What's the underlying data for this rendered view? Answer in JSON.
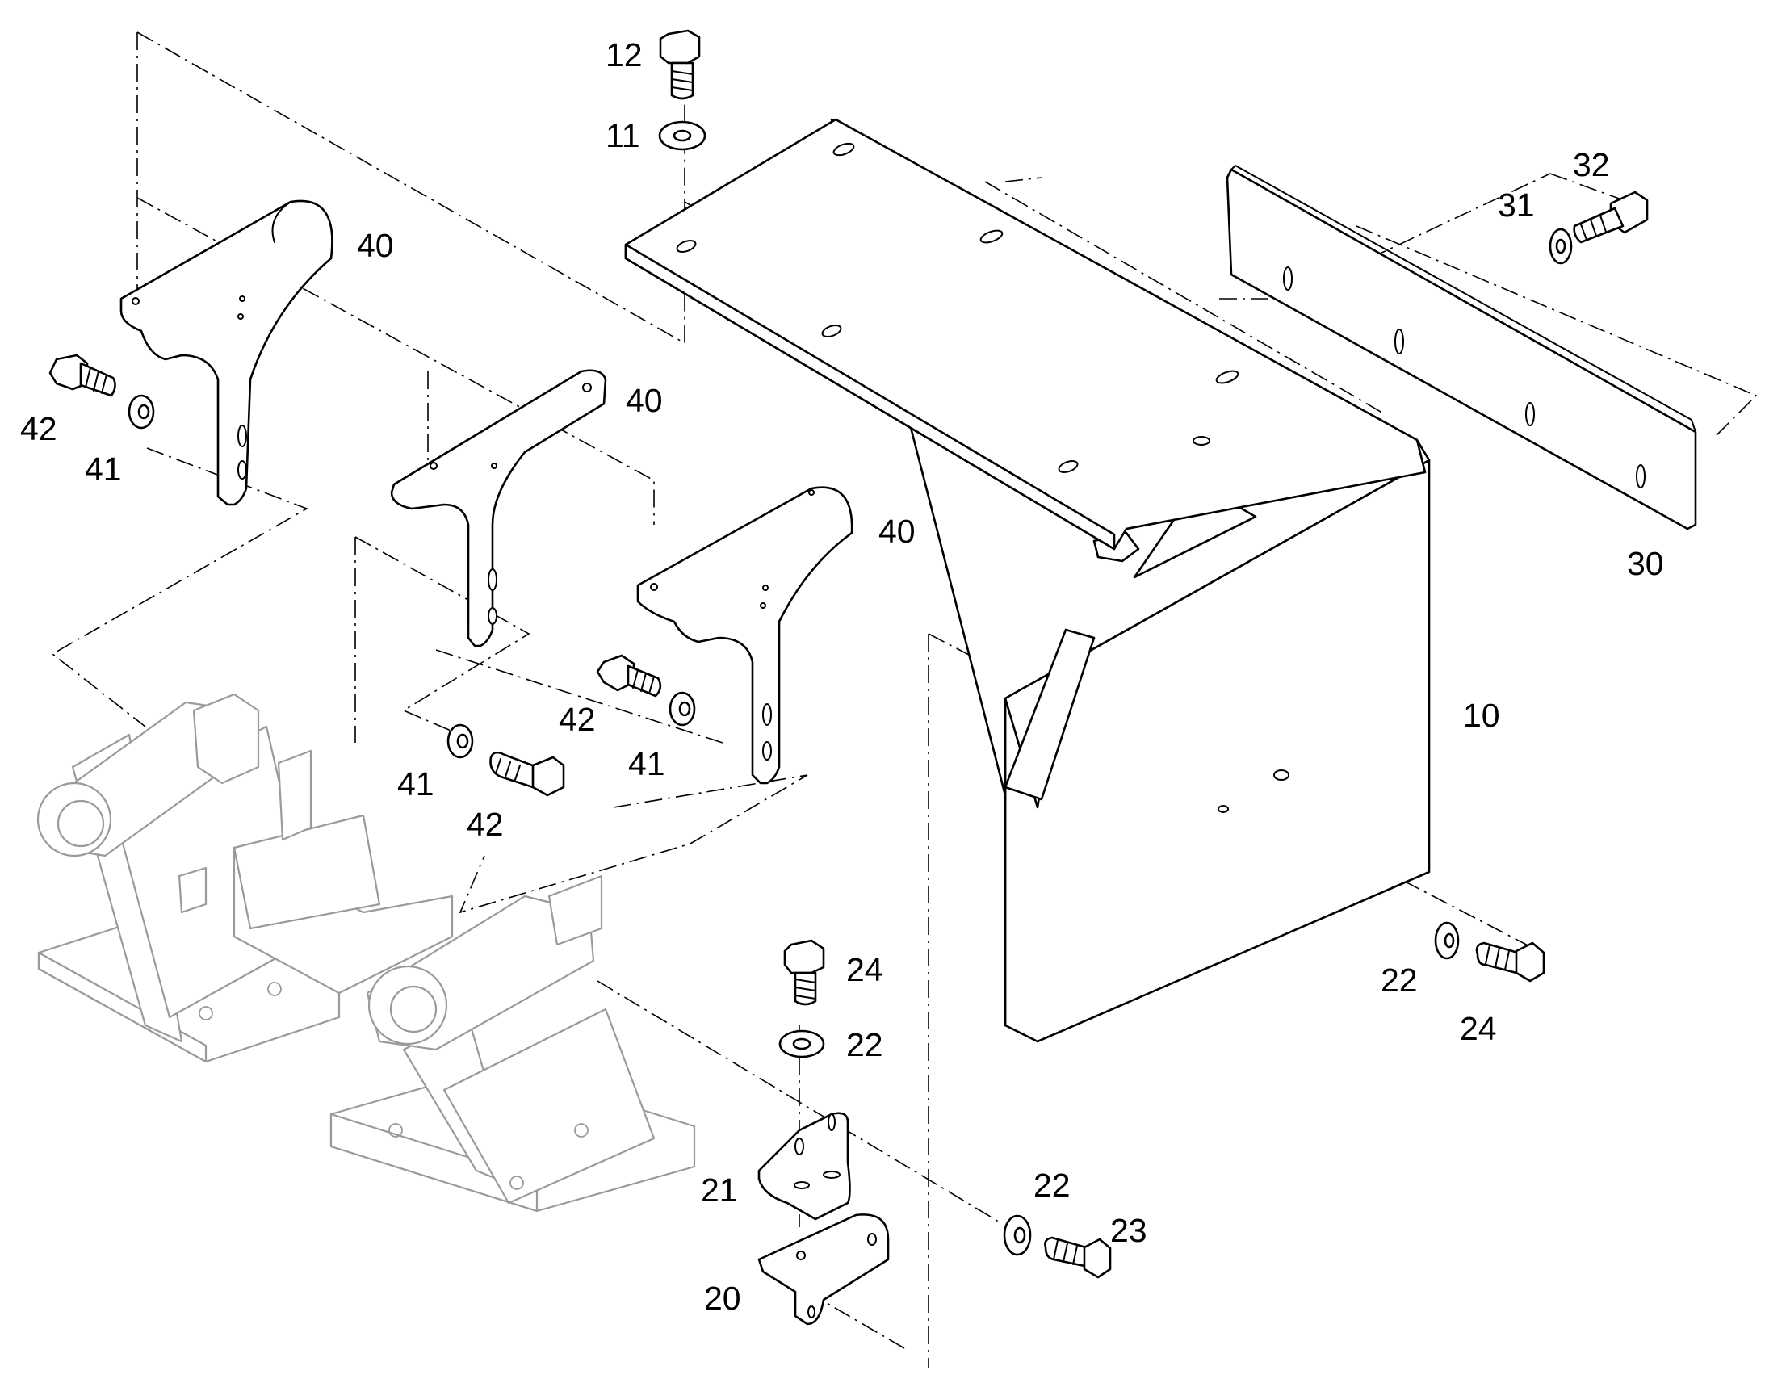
{
  "labels": {
    "l10": "10",
    "l11": "11",
    "l12": "12",
    "l20": "20",
    "l21": "21",
    "l22a": "22",
    "l22b": "22",
    "l22c": "22",
    "l23": "23",
    "l24a": "24",
    "l24b": "24",
    "l30": "30",
    "l31": "31",
    "l32": "32",
    "l40a": "40",
    "l40b": "40",
    "l40c": "40",
    "l41a": "41",
    "l41b": "41",
    "l41c": "41",
    "l42a": "42",
    "l42b": "42",
    "l42c": "42"
  }
}
